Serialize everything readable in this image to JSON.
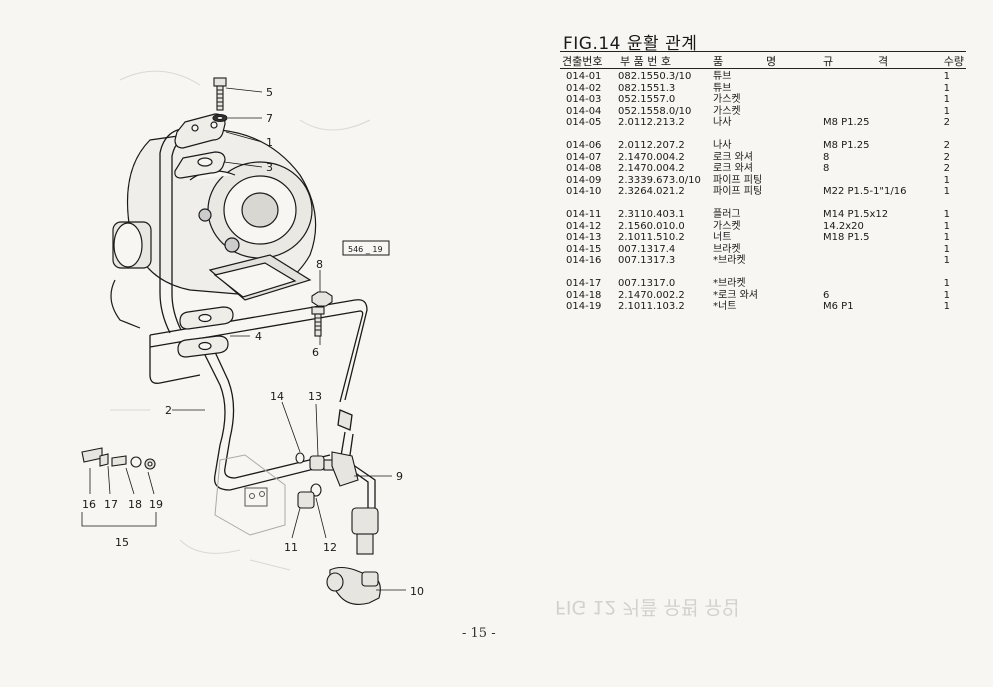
{
  "figure": {
    "title": "FIG.14 윤활 관계",
    "header": {
      "no": "견출번호",
      "part_no": "부 품 번 호",
      "name_a": "품",
      "name_b": "명",
      "spec_a": "규",
      "spec_b": "격",
      "qty": "수량"
    },
    "rows": [
      {
        "no": "014-01",
        "part": "082.1550.3/10",
        "name": "튜브",
        "spec": "",
        "qty": "1"
      },
      {
        "no": "014-02",
        "part": "082.1551.3",
        "name": "튜브",
        "spec": "",
        "qty": "1"
      },
      {
        "no": "014-03",
        "part": "052.1557.0",
        "name": "가스켓",
        "spec": "",
        "qty": "1"
      },
      {
        "no": "014-04",
        "part": "052.1558.0/10",
        "name": "가스켓",
        "spec": "",
        "qty": "1"
      },
      {
        "no": "014-05",
        "part": "2.0112.213.2",
        "name": "나사",
        "spec": "M8 P1.25",
        "qty": "2"
      },
      {
        "no": "014-06",
        "part": "2.0112.207.2",
        "name": "나사",
        "spec": "M8 P1.25",
        "qty": "2"
      },
      {
        "no": "014-07",
        "part": "2.1470.004.2",
        "name": "로크 와셔",
        "spec": "8",
        "qty": "2"
      },
      {
        "no": "014-08",
        "part": "2.1470.004.2",
        "name": "로크 와셔",
        "spec": "8",
        "qty": "2"
      },
      {
        "no": "014-09",
        "part": "2.3339.673.0/10",
        "name": "파이프 피팅",
        "spec": "",
        "qty": "1"
      },
      {
        "no": "014-10",
        "part": "2.3264.021.2",
        "name": "파이프 피팅",
        "spec": "M22 P1.5-1\"1/16",
        "qty": "1"
      },
      {
        "no": "014-11",
        "part": "2.3110.403.1",
        "name": "플러그",
        "spec": "M14 P1.5x12",
        "qty": "1"
      },
      {
        "no": "014-12",
        "part": "2.1560.010.0",
        "name": "가스켓",
        "spec": "14.2x20",
        "qty": "1"
      },
      {
        "no": "014-13",
        "part": "2.1011.510.2",
        "name": "너트",
        "spec": "M18 P1.5",
        "qty": "1"
      },
      {
        "no": "014-15",
        "part": "007.1317.4",
        "name": "브라켓",
        "spec": "",
        "qty": "1"
      },
      {
        "no": "014-16",
        "part": "007.1317.3",
        "name": "*브라켓",
        "spec": "",
        "qty": "1"
      },
      {
        "no": "014-17",
        "part": "007.1317.0",
        "name": "*브라켓",
        "spec": "",
        "qty": "1"
      },
      {
        "no": "014-18",
        "part": "2.1470.002.2",
        "name": "*로크 와셔",
        "spec": "6",
        "qty": "1"
      },
      {
        "no": "014-19",
        "part": "2.1011.103.2",
        "name": "*너트",
        "spec": "M6 P1",
        "qty": "1"
      }
    ]
  },
  "diagram": {
    "ref_box": "546 _ 19",
    "callouts": [
      "5",
      "7",
      "1",
      "3",
      "8",
      "4",
      "6",
      "2",
      "14",
      "13",
      "9",
      "16",
      "17",
      "18",
      "19",
      "15",
      "11",
      "12",
      "10"
    ]
  },
  "ghost_text": "FIG 12 커플 유펌 유입",
  "page": {
    "number": "- 15 -"
  }
}
